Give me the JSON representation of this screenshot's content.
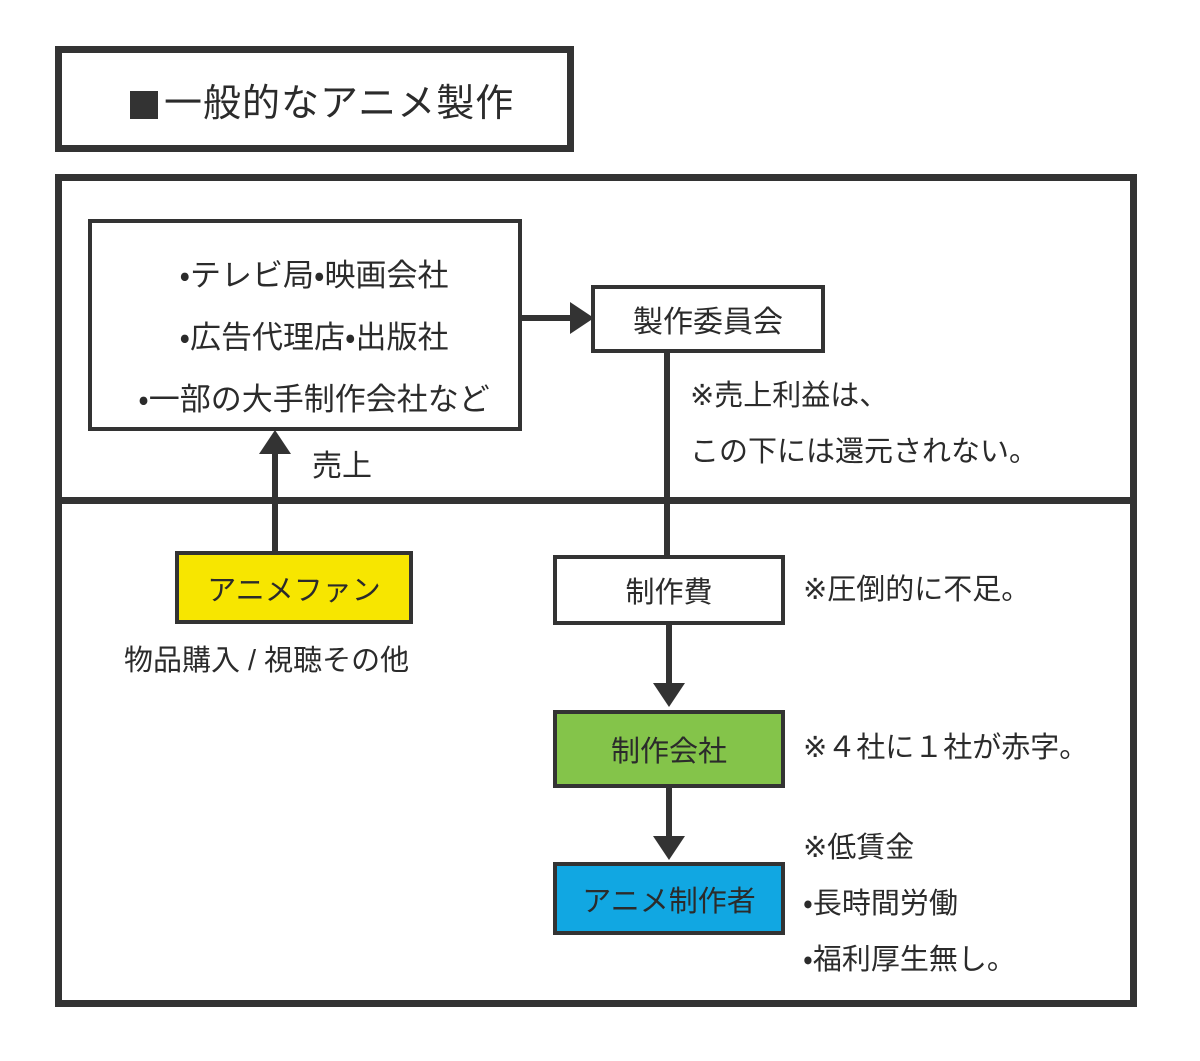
{
  "title": {
    "marker": "■",
    "text": "一般的なアニメ製作"
  },
  "nodes": {
    "sources": {
      "lines": [
        "・テレビ局・映画会社",
        "・広告代理店・出版社",
        "・一部の大手制作会社など"
      ]
    },
    "committee": {
      "label": "製作委員会"
    },
    "cost": {
      "label": "制作費"
    },
    "studio": {
      "label": "制作会社"
    },
    "creator": {
      "label": "アニメ制作者"
    },
    "fan": {
      "label": "アニメファン"
    }
  },
  "labels": {
    "sales_edge": "売上",
    "fan_caption": "物品購入 / 視聴その他"
  },
  "notes": {
    "committee_line1": "※売上利益は、",
    "committee_line2": "この下には還元されない。",
    "cost": "※圧倒的に不足。",
    "studio": "※４社に１社が赤字。",
    "creator_line1": "※低賃金",
    "creator_line2": "・長時間労働",
    "creator_line3": "・福利厚生無し。"
  },
  "colors": {
    "ink": "#333333",
    "text": "#2b2b2b",
    "fan_fill": "#f7e600",
    "studio_fill": "#84c44a",
    "creator_fill": "#11a7e2",
    "background": "#ffffff"
  }
}
